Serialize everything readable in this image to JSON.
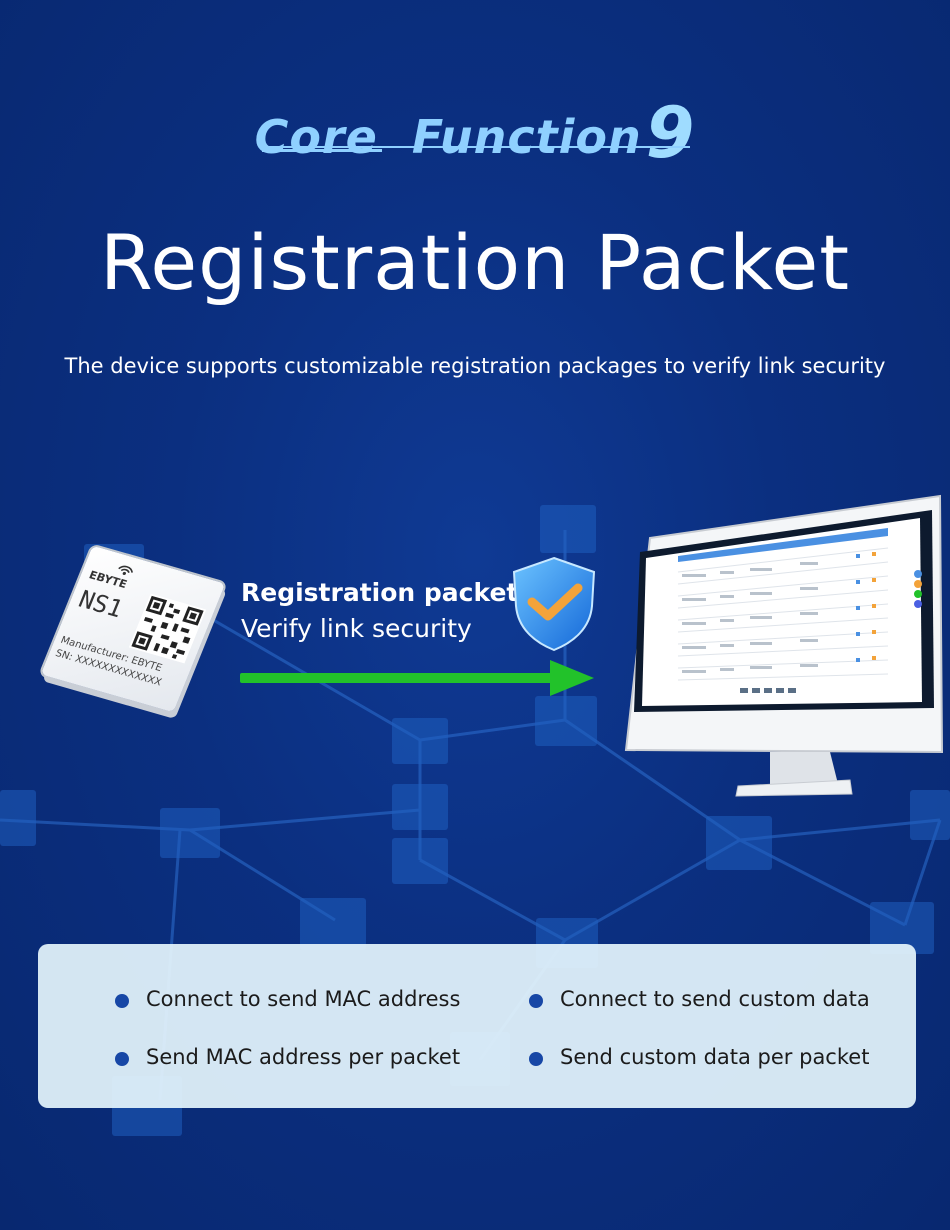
{
  "header": {
    "kicker_word1": "Core",
    "kicker_word2": "Function",
    "kicker_number": "9",
    "title": "Registration Packet",
    "subtitle": "The device supports customizable registration packages to verify link security"
  },
  "module": {
    "brand": "EBYTE",
    "model": "NS1",
    "manufacturer": "Manufacturer: EBYTE",
    "serial": "SN: XXXXXXXXXXXXX"
  },
  "flow": {
    "title": "Registration packet",
    "subtitle": "Verify link security"
  },
  "features": [
    "Connect to send MAC address",
    "Connect to send custom data",
    "Send MAC address per packet",
    "Send custom data per packet"
  ],
  "colors": {
    "background": "#0b2f80",
    "kicker": "#8fd0ff",
    "arrow": "#22c22a",
    "shield": "#1e8fe8",
    "check": "#f3a33a",
    "bullet": "#1747a6",
    "panel": "#e4f4fc"
  }
}
